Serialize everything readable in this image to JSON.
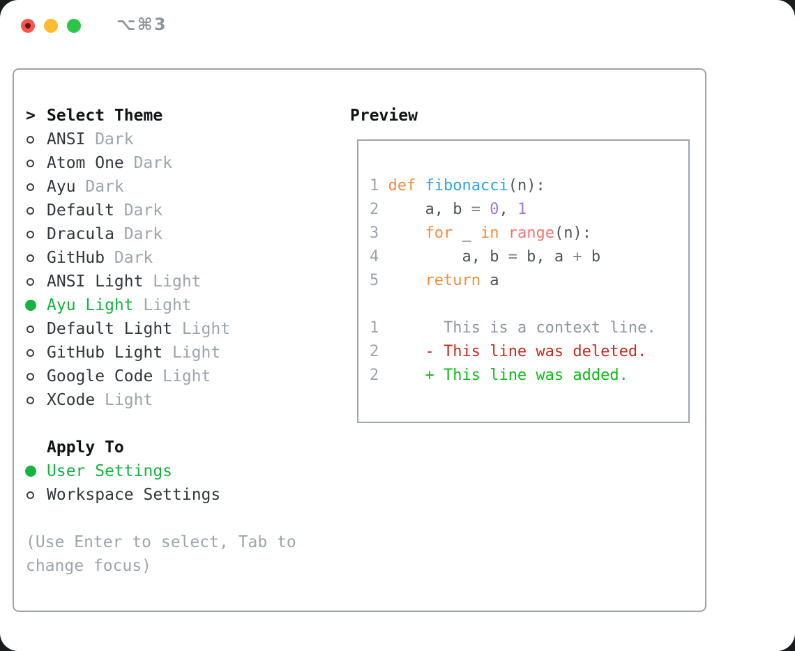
{
  "window": {
    "title": "⌥⌘3",
    "controls": [
      {
        "name": "close",
        "color_key": "light_close",
        "inner_dot": true
      },
      {
        "name": "minimize",
        "color_key": "light_minimize",
        "inner_dot": false
      },
      {
        "name": "zoom",
        "color_key": "light_zoom",
        "inner_dot": false
      }
    ]
  },
  "theme_picker": {
    "header_prefix": ">",
    "header": "Select Theme",
    "items": [
      {
        "name": "ANSI",
        "variant": "Dark",
        "selected": false
      },
      {
        "name": "Atom One",
        "variant": "Dark",
        "selected": false
      },
      {
        "name": "Ayu",
        "variant": "Dark",
        "selected": false
      },
      {
        "name": "Default",
        "variant": "Dark",
        "selected": false
      },
      {
        "name": "Dracula",
        "variant": "Dark",
        "selected": false
      },
      {
        "name": "GitHub",
        "variant": "Dark",
        "selected": false
      },
      {
        "name": "ANSI Light",
        "variant": "Light",
        "selected": false
      },
      {
        "name": "Ayu Light",
        "variant": "Light",
        "selected": true
      },
      {
        "name": "Default Light",
        "variant": "Light",
        "selected": false
      },
      {
        "name": "GitHub Light",
        "variant": "Light",
        "selected": false
      },
      {
        "name": "Google Code",
        "variant": "Light",
        "selected": false
      },
      {
        "name": "XCode",
        "variant": "Light",
        "selected": false
      }
    ],
    "apply_header": "Apply To",
    "apply_options": [
      {
        "label": "User Settings",
        "selected": true
      },
      {
        "label": "Workspace Settings",
        "selected": false
      }
    ],
    "hint_lines": [
      "(Use Enter to select, Tab to",
      "change focus)"
    ]
  },
  "preview": {
    "header": "Preview",
    "blocks": [
      {
        "name": "code-sample",
        "lines": [
          {
            "n": "1",
            "s": [
              [
                "def",
                "keyword"
              ],
              [
                " ",
                "text"
              ],
              [
                "fibonacci",
                "function"
              ],
              [
                "(n):",
                "text"
              ]
            ]
          },
          {
            "n": "2",
            "s": [
              [
                "    a, b ",
                "text"
              ],
              [
                "=",
                "operator"
              ],
              [
                " ",
                "text"
              ],
              [
                "0",
                "number"
              ],
              [
                ", ",
                "text"
              ],
              [
                "1",
                "number"
              ]
            ]
          },
          {
            "n": "3",
            "s": [
              [
                "    ",
                "text"
              ],
              [
                "for",
                "keyword"
              ],
              [
                " _ ",
                "text"
              ],
              [
                "in",
                "keyword"
              ],
              [
                " ",
                "text"
              ],
              [
                "range",
                "builtin"
              ],
              [
                "(n):",
                "text"
              ]
            ]
          },
          {
            "n": "4",
            "s": [
              [
                "        a, b ",
                "text"
              ],
              [
                "=",
                "operator"
              ],
              [
                " b, a ",
                "text"
              ],
              [
                "+",
                "operator"
              ],
              [
                " b",
                "text"
              ]
            ]
          },
          {
            "n": "5",
            "s": [
              [
                "    ",
                "text"
              ],
              [
                "return",
                "keyword"
              ],
              [
                " a",
                "text"
              ]
            ]
          }
        ]
      },
      {
        "name": "diff-sample",
        "lines": [
          {
            "n": "1",
            "s": [
              [
                "      This is a context line.",
                "context"
              ]
            ]
          },
          {
            "n": "2",
            "s": [
              [
                "    ",
                "text"
              ],
              [
                "- This line was deleted.",
                "deleted"
              ]
            ]
          },
          {
            "n": "2",
            "s": [
              [
                "    ",
                "text"
              ],
              [
                "+ This line was added.",
                "added"
              ]
            ]
          }
        ]
      }
    ]
  },
  "colors": {
    "keyword": "#f98b3d",
    "function": "#2aa4e9",
    "number": "#a674d4",
    "builtin": "#f57373",
    "text": "#4c5258",
    "operator": "#7b838b",
    "linenum": "#9aa2ab",
    "context": "#8d959e",
    "deleted": "#c9291a",
    "added": "#0abe14",
    "select": "#15b43e",
    "list_text": "#30363c",
    "header_text": "#101316",
    "variant": "#9ca4ad",
    "hint": "#9ca4ad",
    "panel_border": "#9aa3ae",
    "ring": "#3a4046",
    "titlebar_text": "#8f959b",
    "light_close": "#f4564f",
    "light_close_dot": "#6e1310",
    "light_minimize": "#fbbc30",
    "light_zoom": "#2dc544"
  }
}
